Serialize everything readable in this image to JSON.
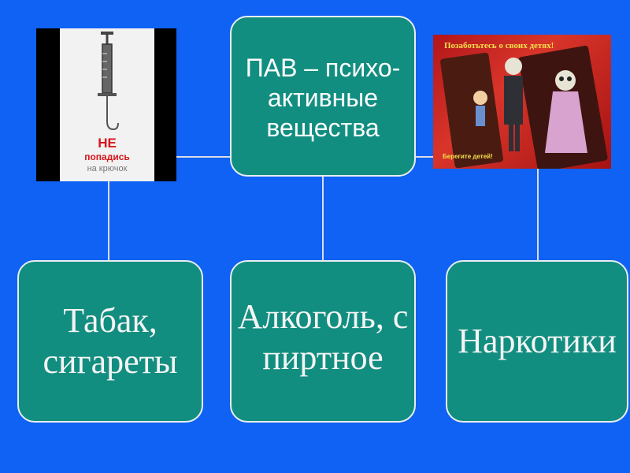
{
  "center": {
    "label": "ПАВ – психо-активные вещества"
  },
  "categories": [
    {
      "label": "Табак, сигареты"
    },
    {
      "label": "Алкоголь, спиртное"
    },
    {
      "label": "Наркотики"
    }
  ],
  "poster_left": {
    "line1": "НЕ",
    "line2": "попадись",
    "line3": "на крючок",
    "icon": "syringe-icon"
  },
  "poster_right": {
    "headline": "Позаботьтесь о своих детях!",
    "footer": "Берегите детей!"
  },
  "colors": {
    "background": "#0f62f3",
    "box_fill": "#128e80",
    "box_border": "#e8eef0",
    "text": "#ffffff",
    "poster_red": "#d8161b"
  }
}
